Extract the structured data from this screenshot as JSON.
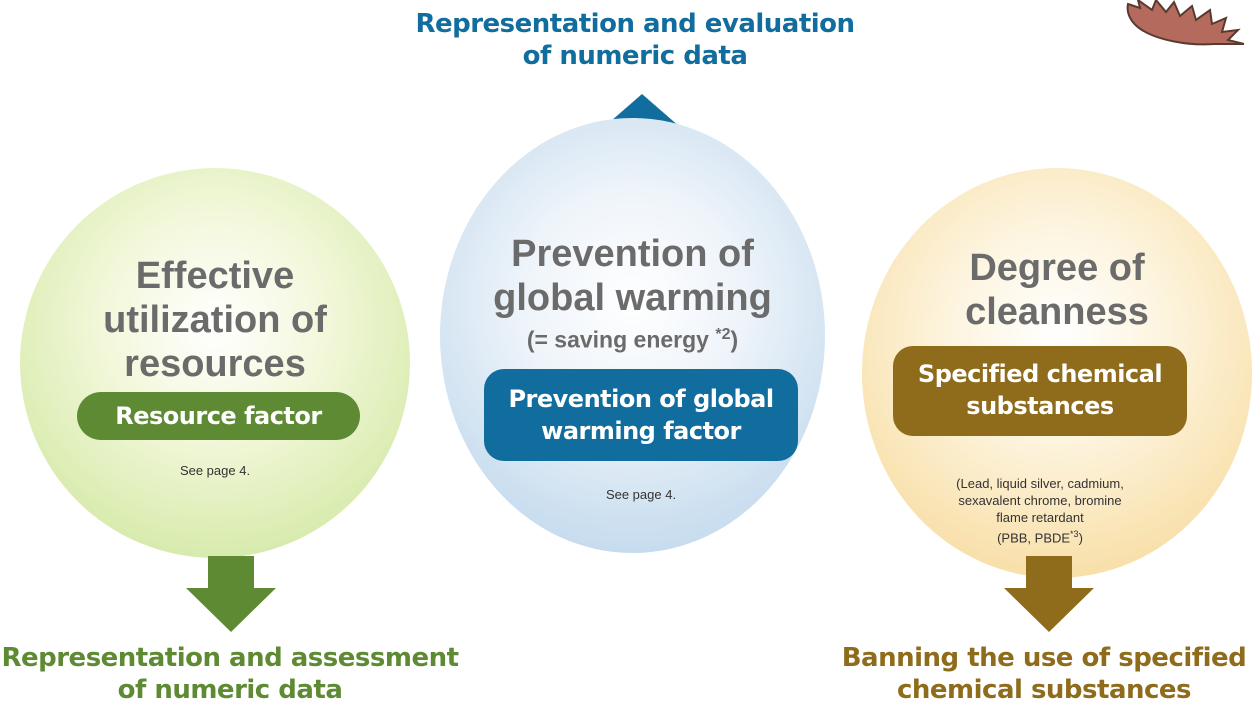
{
  "colors": {
    "green": "#5e8a33",
    "blue": "#116d9e",
    "brown": "#8e6c1b",
    "heading_gray": "#6b6b6b"
  },
  "top_caption": "Representation and evaluation\nof numeric data",
  "left": {
    "heading": "Effective\nutilization of\nresources",
    "pill": "Resource factor",
    "note": "See page 4.",
    "caption": "Representation and assessment\nof numeric data"
  },
  "center": {
    "heading": "Prevention of\nglobal warming",
    "sub_text": "(= saving energy ",
    "sub_sup": "*2",
    "sub_close": ")",
    "pill": "Prevention of global\nwarming factor",
    "note": "See page 4."
  },
  "right": {
    "heading": "Degree of\ncleanness",
    "pill": "Specified chemical\nsubstances",
    "note": "(Lead, liquid silver, cadmium,\nsexavalent chrome, bromine\nflame retardant\n(PBB, PBDE",
    "note_sup": "*3",
    "note_close": ")",
    "caption": "Banning the use of specified\nchemical substances"
  },
  "icons": {
    "top_arrow": "arrow-up-icon",
    "left_arrow": "arrow-down-icon",
    "right_arrow": "arrow-down-icon",
    "corner_art": "urchin-illustration-icon"
  }
}
